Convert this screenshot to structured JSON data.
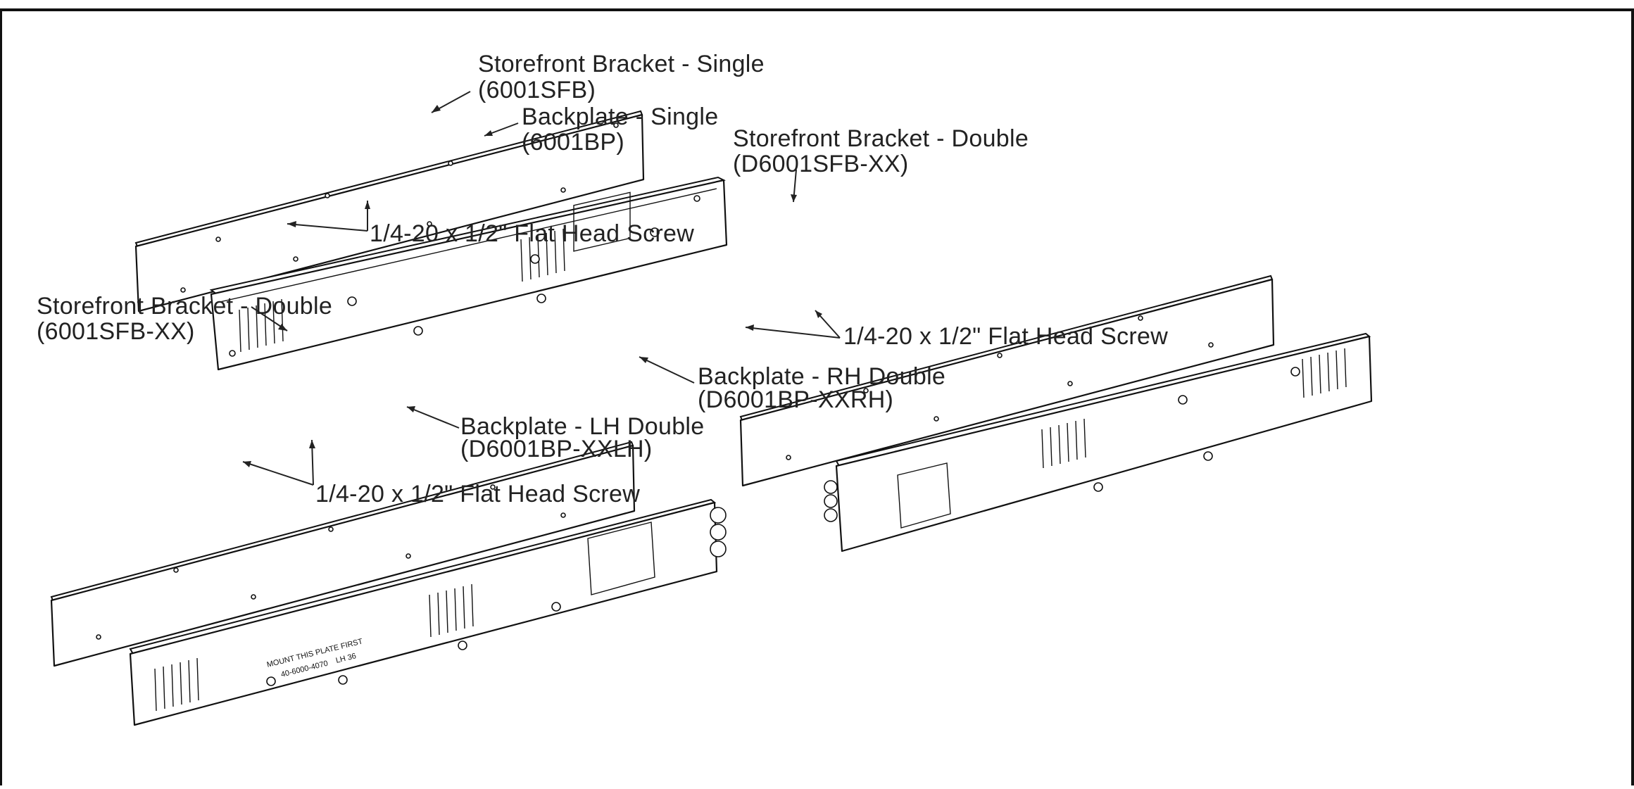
{
  "colors": {
    "line": "#111111",
    "text": "#222222",
    "background": "#ffffff"
  },
  "labels": {
    "sfb_single_name": "Storefront Bracket - Single",
    "sfb_single_code": "(6001SFB)",
    "bp_single_name": "Backplate - Single",
    "bp_single_code": "(6001BP)",
    "screw_single": "1/4-20 x 1/2\" Flat Head Screw",
    "sfb_double_right_name": "Storefront Bracket - Double",
    "sfb_double_right_code": "(D6001SFB-XX)",
    "sfb_double_left_name": "Storefront Bracket - Double",
    "sfb_double_left_code": "(6001SFB-XX)",
    "screw_right": "1/4-20 x 1/2\" Flat Head Screw",
    "bp_rh_name": "Backplate - RH Double",
    "bp_rh_code": "(D6001BP-XXRH)",
    "bp_lh_name": "Backplate - LH Double",
    "bp_lh_code": "(D6001BP-XXLH)",
    "screw_left": "1/4-20 x 1/2\" Flat Head Screw"
  },
  "plate_stamp": {
    "mount_text": "MOUNT THIS PLATE FIRST",
    "part_no": "40-6000-4070",
    "side": "LH 36"
  }
}
